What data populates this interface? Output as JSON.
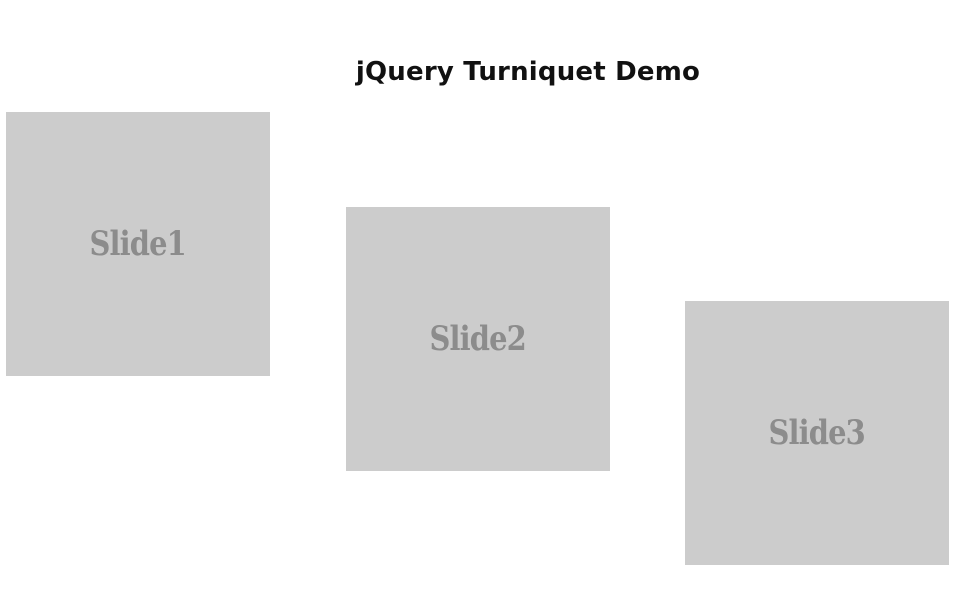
{
  "page": {
    "title": "jQuery Turniquet Demo"
  },
  "colors": {
    "slide_background": "#cccccc",
    "slide_text": "#8c8c8c",
    "title_text": "#111111"
  },
  "slides": [
    {
      "label": "Slide1"
    },
    {
      "label": "Slide2"
    },
    {
      "label": "Slide3"
    }
  ]
}
